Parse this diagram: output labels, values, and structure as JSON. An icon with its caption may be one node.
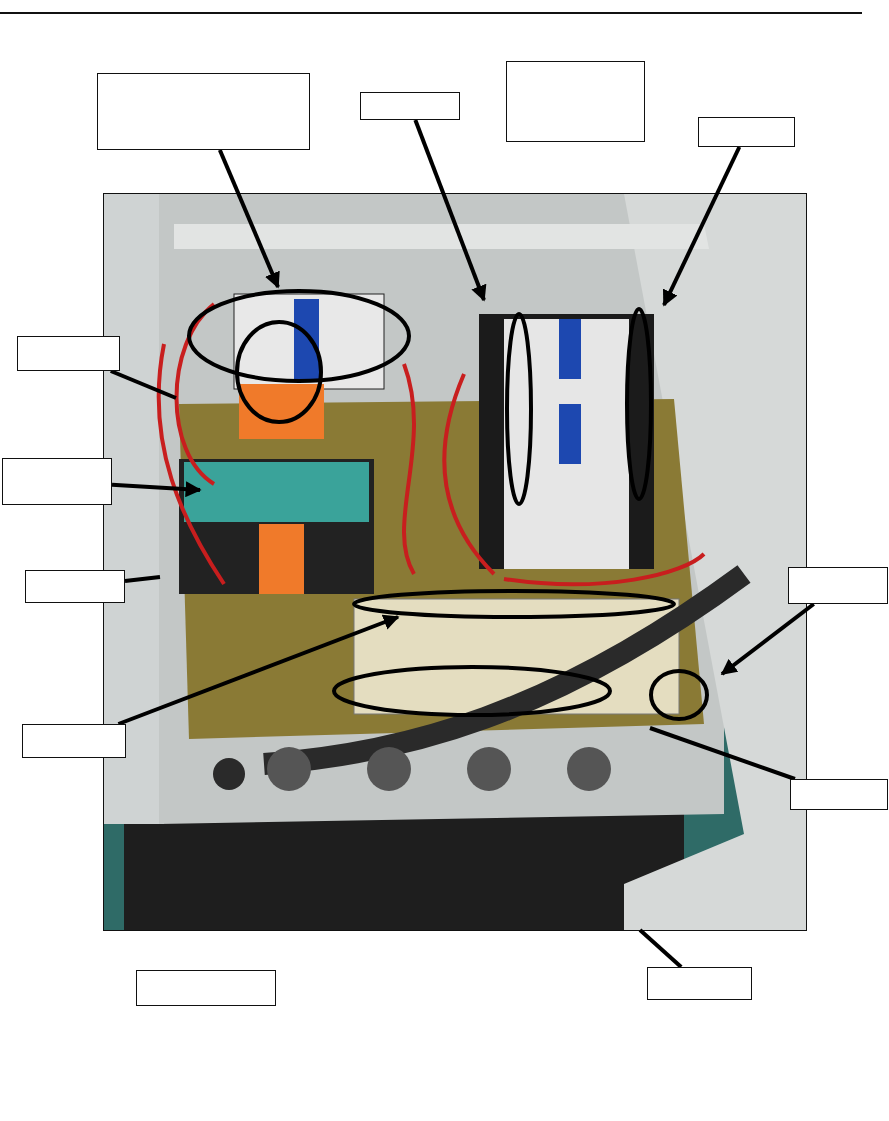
{
  "diagram": {
    "nodes": [
      {
        "text": [],
        "shape": "box"
      },
      {
        "text": [],
        "shape": "box"
      },
      {
        "text": [],
        "shape": "box"
      },
      {
        "text": [],
        "shape": "box"
      },
      {
        "text": [],
        "shape": "picture"
      },
      {
        "text": [],
        "shape": "box"
      },
      {
        "text": [],
        "shape": "box"
      },
      {
        "text": [],
        "shape": "box"
      },
      {
        "text": [],
        "shape": "box"
      },
      {
        "text": [],
        "shape": "box"
      },
      {
        "text": [],
        "shape": "box"
      },
      {
        "text": [],
        "shape": "box"
      },
      {
        "text": [],
        "shape": "box"
      }
    ],
    "edges": [
      {
        "from": 0,
        "to": 4,
        "arrow": "to"
      },
      {
        "from": 1,
        "to": 4,
        "arrow": "to"
      },
      {
        "from": 3,
        "to": 4,
        "arrow": "to"
      },
      {
        "from": 5,
        "to": 4,
        "arrow": "none"
      },
      {
        "from": 6,
        "to": 4,
        "arrow": "to"
      },
      {
        "from": 7,
        "to": 4,
        "arrow": "none"
      },
      {
        "from": 8,
        "to": 4,
        "arrow": "to"
      },
      {
        "from": 9,
        "to": 4,
        "arrow": "to"
      },
      {
        "from": 10,
        "to": 4,
        "arrow": "none"
      },
      {
        "from": 12,
        "to": 4,
        "arrow": "none"
      }
    ]
  }
}
